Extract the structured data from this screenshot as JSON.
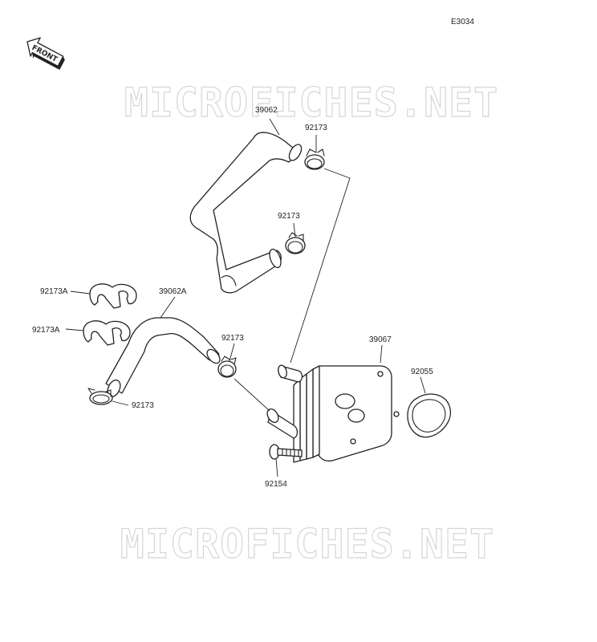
{
  "diagram": {
    "code": "E3034",
    "front_label": "FRONT",
    "watermark": "MICROFICHES.NET",
    "labels": {
      "hose_upper": "39062",
      "clamp_upper_top": "92173",
      "clamp_upper_mid": "92173",
      "clip_a_top": "92173A",
      "clip_a_bottom": "92173A",
      "hose_lower": "39062A",
      "clamp_lower_mid": "92173",
      "clamp_lower_bottom": "92173",
      "oil_cooler": "39067",
      "gasket": "92055",
      "bolt": "92154"
    }
  }
}
